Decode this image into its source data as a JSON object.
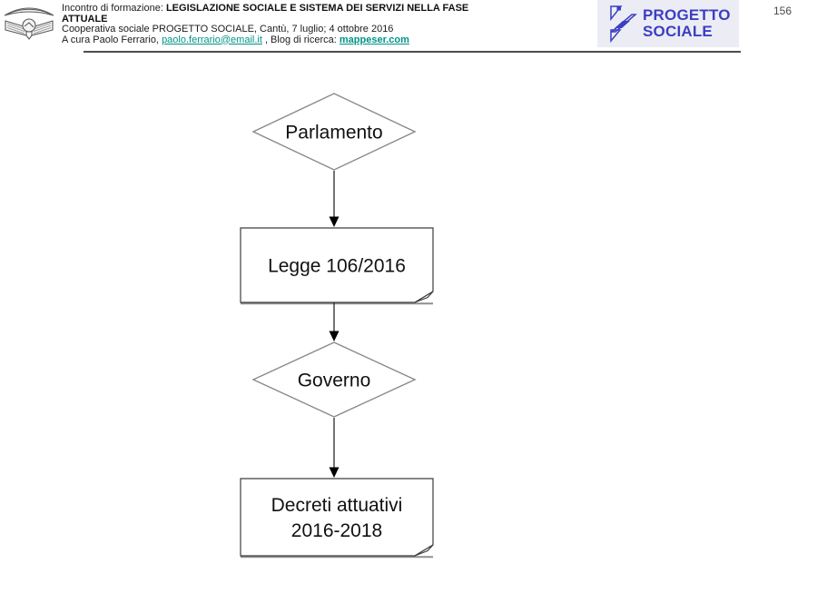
{
  "page_number": "156",
  "header": {
    "title_prefix": "Incontro di formazione: ",
    "title_bold_line1": "LEGISLAZIONE SOCIALE E SISTEMA DEI SERVIZI NELLA FASE",
    "title_bold_line2": "ATTUALE",
    "subtitle": "Cooperativa sociale PROGETTO SOCIALE, Cantù, 7 luglio; 4 ottobre 2016",
    "credits_prefix": "A cura Paolo Ferrario, ",
    "email_link": "paolo.ferrario@email.it",
    "credits_middle": " , Blog di ricerca: ",
    "blog_link": "mappeser.com"
  },
  "logo": {
    "line1": "PROGETTO",
    "line2": "SOCIALE"
  },
  "colors": {
    "link_teal": "#009487",
    "logo_blue": "#3b3fc0",
    "logo_bg": "#ececf5",
    "divider_gray": "#4d4d4d"
  },
  "flowchart": {
    "nodes": [
      {
        "id": "parlamento",
        "type": "diamond",
        "label": "Parlamento"
      },
      {
        "id": "legge",
        "type": "document",
        "label": "Legge 106/2016"
      },
      {
        "id": "governo",
        "type": "diamond",
        "label": "Governo"
      },
      {
        "id": "decreti",
        "type": "document",
        "label_line1": "Decreti attuativi",
        "label_line2": "2016-2018"
      }
    ]
  }
}
